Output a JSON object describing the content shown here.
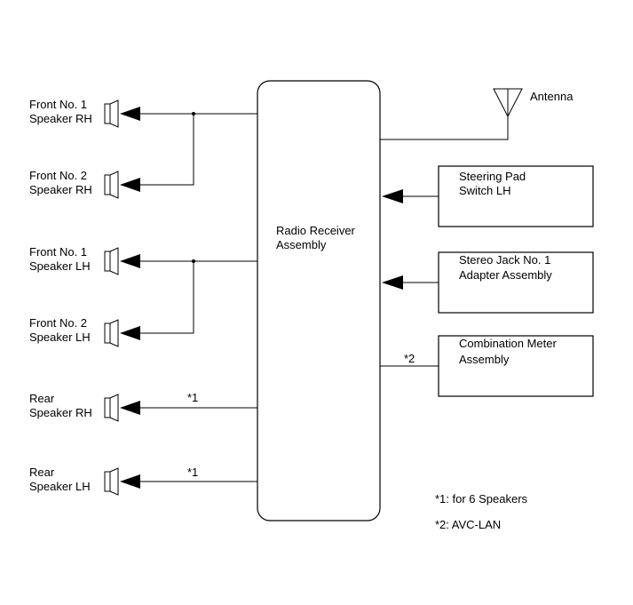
{
  "receiver": {
    "line1": "Radio Receiver",
    "line2": "Assembly"
  },
  "antenna": {
    "label": "Antenna"
  },
  "speakers": [
    {
      "line1": "Front No. 1",
      "line2": "Speaker RH"
    },
    {
      "line1": "Front No. 2",
      "line2": "Speaker RH"
    },
    {
      "line1": "Front No. 1",
      "line2": "Speaker LH"
    },
    {
      "line1": "Front No. 2",
      "line2": "Speaker LH"
    },
    {
      "line1": "Rear",
      "line2": "Speaker RH",
      "note_mark": "*1"
    },
    {
      "line1": "Rear",
      "line2": "Speaker LH",
      "note_mark": "*1"
    }
  ],
  "inputs": [
    {
      "line1": "Steering Pad",
      "line2": "Switch LH"
    },
    {
      "line1": "Stereo Jack No. 1",
      "line2": "Adapter Assembly"
    },
    {
      "line1": "Combination Meter",
      "line2": "Assembly",
      "note_mark": "*2"
    }
  ],
  "notes": {
    "note1": "*1: for 6 Speakers",
    "note2": "*2: AVC-LAN"
  }
}
